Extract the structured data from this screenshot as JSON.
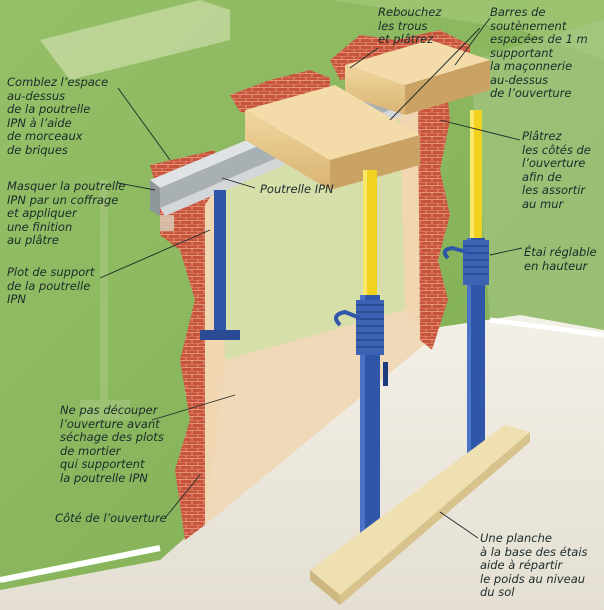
{
  "labels": {
    "reboucher": "Rebouchez\nles trous\net plâtrez",
    "barres": "Barres de\nsoutènement\nespacées de 1 m\nsupportant\nla maçonnerie\nau-dessus\nde l’ouverture",
    "comblez": "Comblez l’espace\nau-dessus\nde la poutrelle\nIPN à l’aide\nde morceaux\nde briques",
    "masquer": "Masquer la poutrelle\nIPN par un coffrage\net appliquer\nune finition\nau plâtre",
    "poutrelle": "Poutrelle IPN",
    "platrez": "Plâtrez\nles côtés de\nl’ouverture\nafin de\nles assortir\nau mur",
    "etai": "Étai réglable\nen hauteur",
    "plot": "Plot de support\nde la poutrelle\nIPN",
    "ne_pas": "Ne pas découper\nl’ouverture avant\nséchage des plots\nde mortier\nqui supportent\nla poutrelle IPN",
    "cote": "Côté de l’ouverture",
    "planche": "Une planche\nà la base des étais\naide à répartir\nle poids au niveau\ndu sol"
  },
  "colors": {
    "wall_green": "#8fba63",
    "wall_green_dark": "#6f9a45",
    "brick": "#c8553b",
    "opening": "#f0d7b2",
    "floor": "#eeeae0",
    "timber": "#e8c98a",
    "prop_blue": "#2f56a8",
    "prop_yellow": "#f1d21e",
    "beam_grey": "#b9bfc2"
  }
}
